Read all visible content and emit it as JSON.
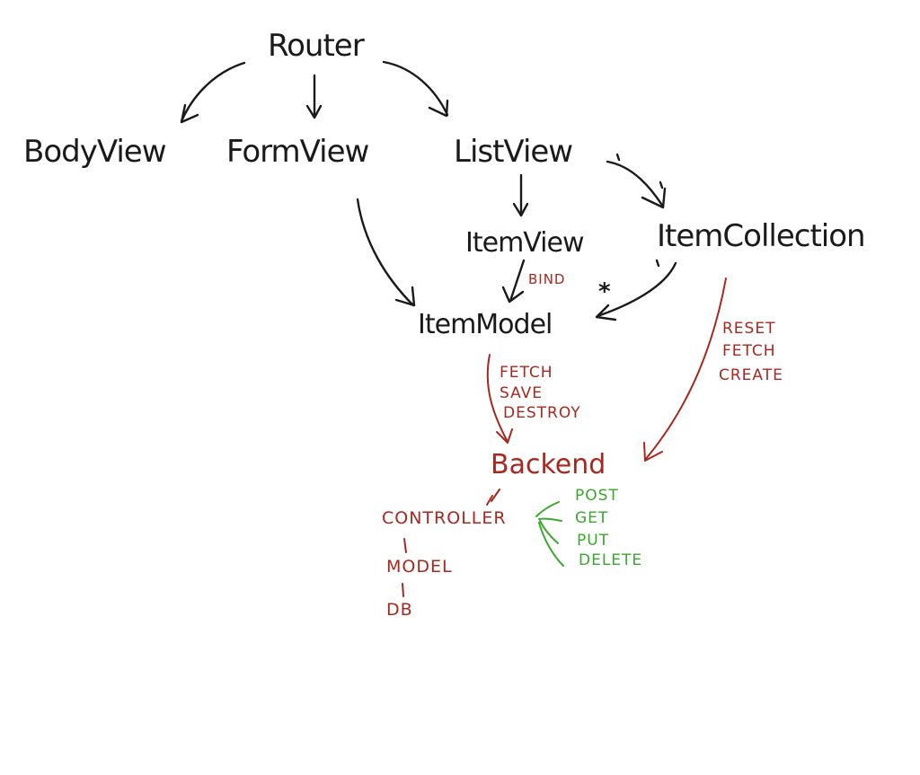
{
  "diagram": {
    "colors": {
      "frontend_ink": "#1a1a1a",
      "backend_ink": "#a8281f",
      "http_ink": "#3aa82c"
    },
    "nodes": {
      "router": "Router",
      "body_view": "BodyView",
      "form_view": "FormView",
      "list_view": "ListView",
      "item_view": "ItemView",
      "item_collection": "ItemCollection",
      "item_model": "ItemModel",
      "backend": "Backend",
      "controller": "CONTROLLER",
      "model": "MODEL",
      "db": "DB"
    },
    "edge_labels": {
      "bind": "BIND",
      "star": "*",
      "model_ops": [
        "FETCH",
        "SAVE",
        "DESTROY"
      ],
      "collection_ops": [
        "RESET",
        "FETCH",
        "CREATE"
      ],
      "backend_controller": "//"
    },
    "http_methods": [
      "POST",
      "GET",
      "PUT",
      "DELETE"
    ]
  }
}
